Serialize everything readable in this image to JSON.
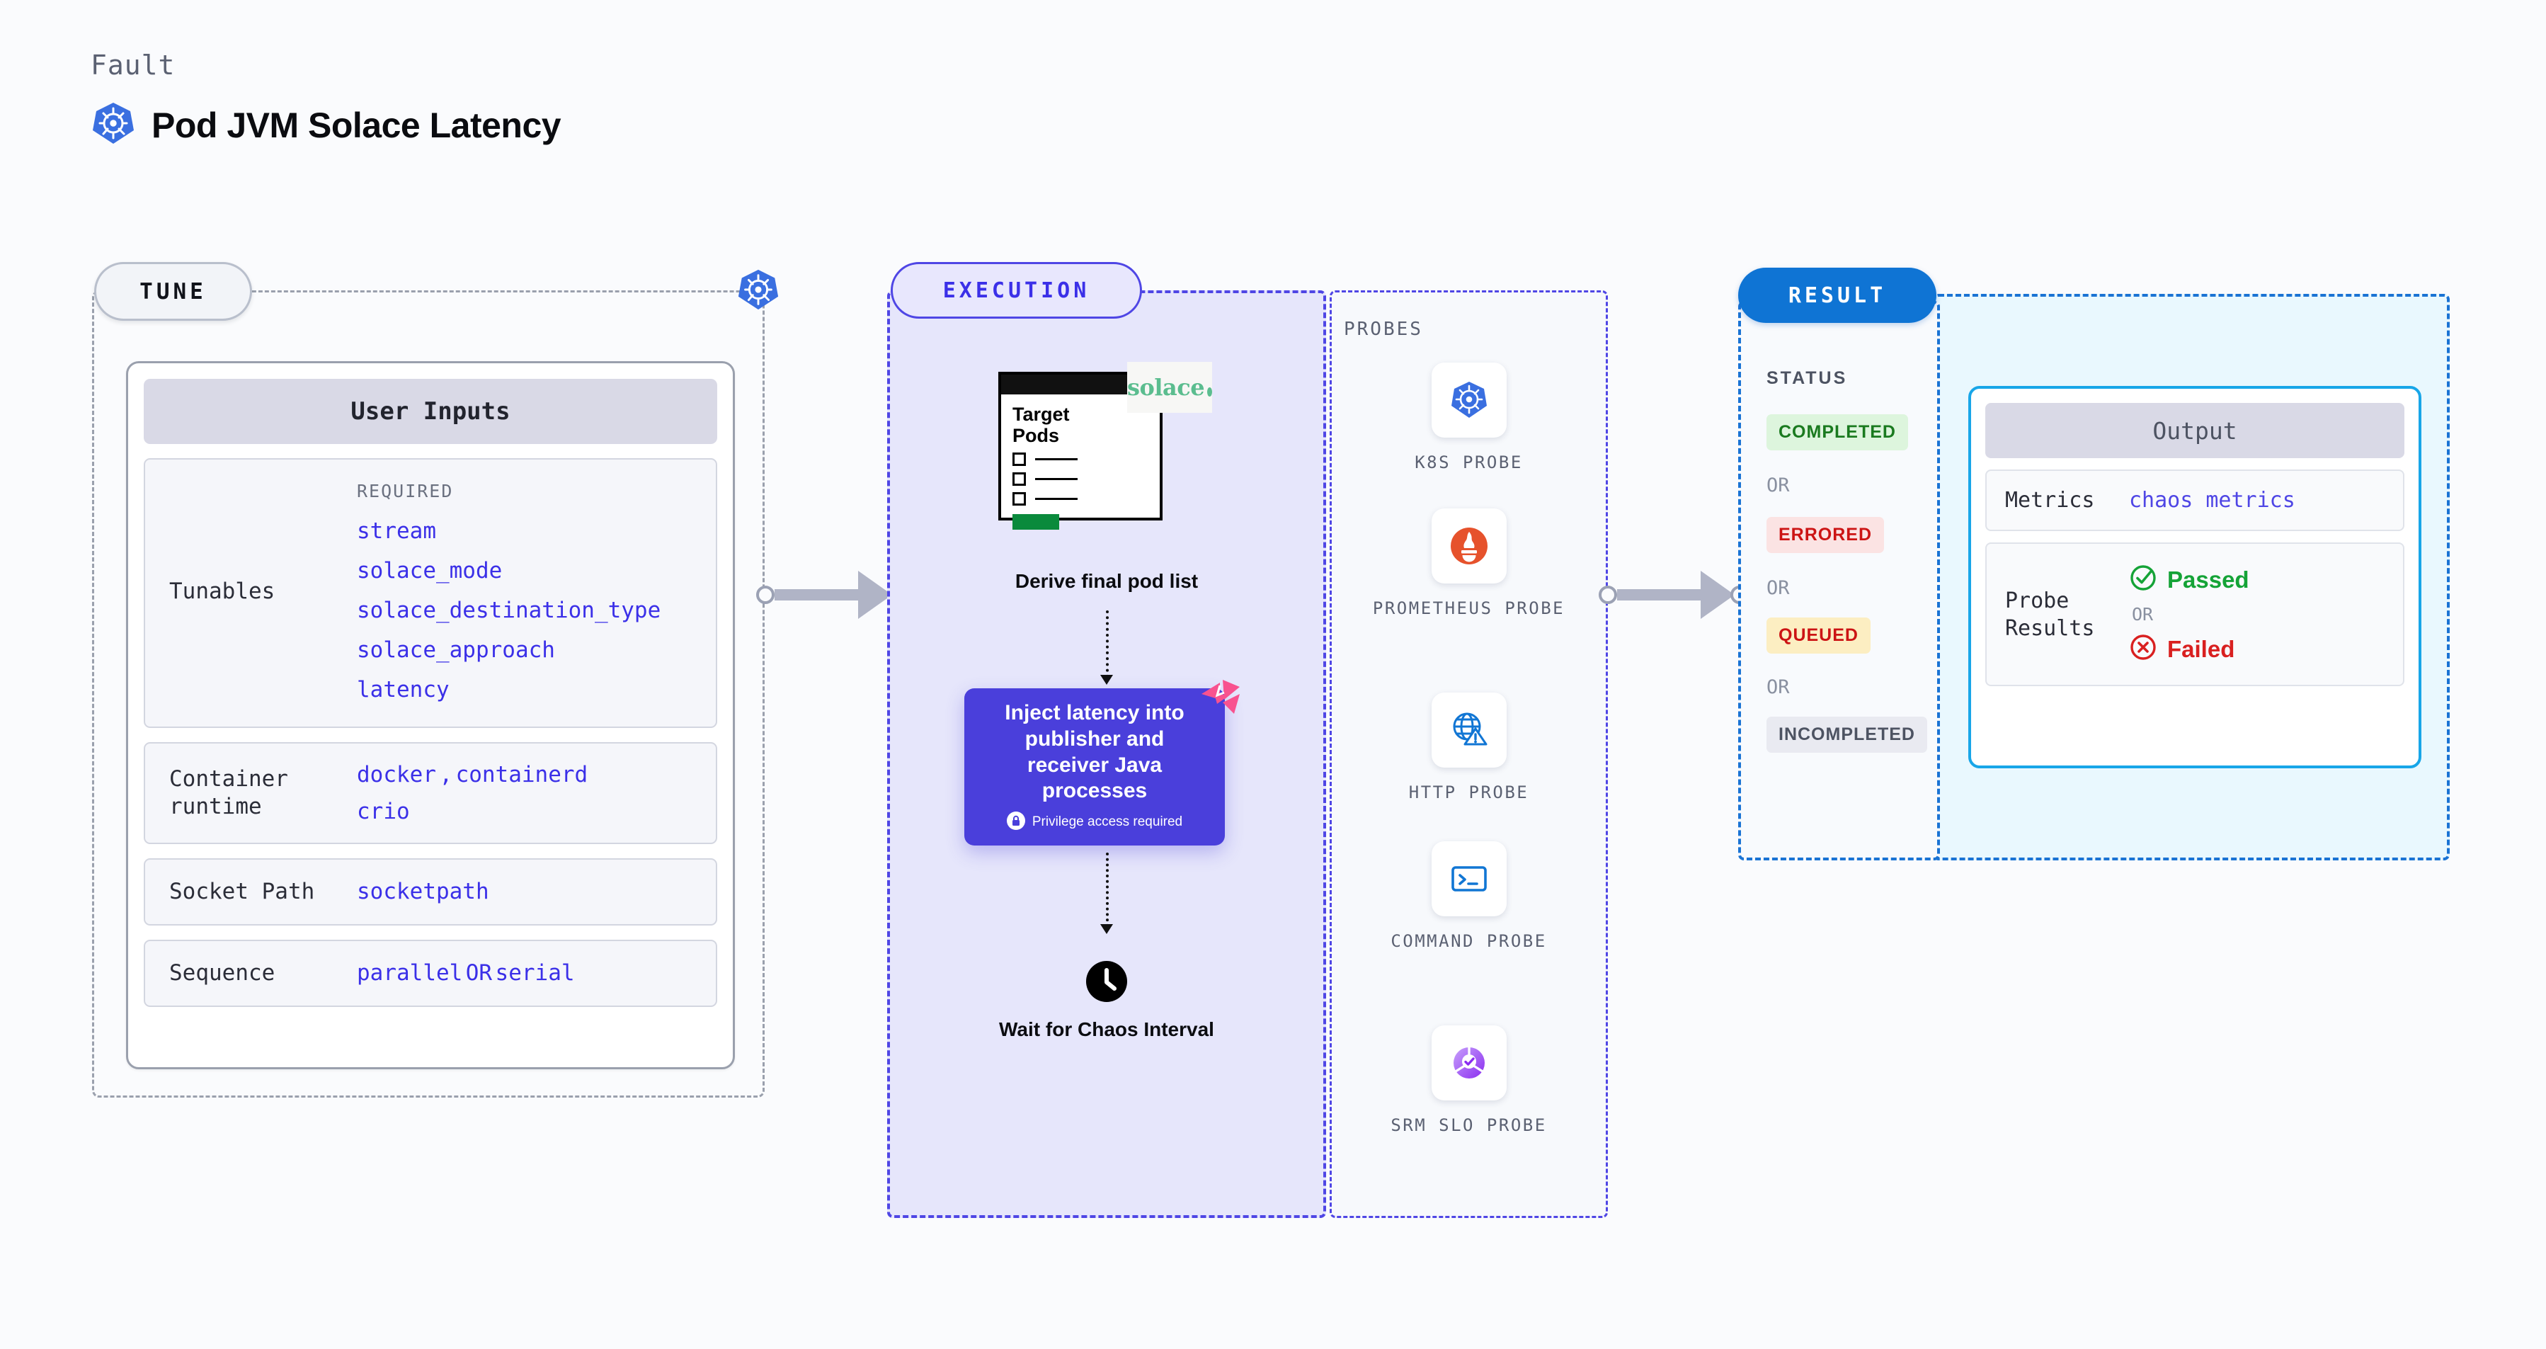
{
  "header": {
    "eyebrow": "Fault",
    "title": "Pod JVM Solace Latency",
    "icon": "kubernetes-icon"
  },
  "tune": {
    "pill_label": "TUNE",
    "corner_icon": "kubernetes-icon",
    "card_title": "User Inputs",
    "tunables": {
      "label": "Tunables",
      "required_label": "REQUIRED",
      "items": [
        "stream",
        "solace_mode",
        "solace_destination_type",
        "solace_approach",
        "latency"
      ]
    },
    "rows": [
      {
        "label": "Container runtime",
        "values": [
          "docker",
          "containerd",
          "crio"
        ],
        "separator": ","
      },
      {
        "label": "Socket Path",
        "values": [
          "socketpath"
        ]
      },
      {
        "label": "Sequence",
        "values": [
          "parallel",
          "serial"
        ],
        "separator": "OR"
      }
    ]
  },
  "execution": {
    "pill_label": "EXECUTION",
    "pods_card": {
      "title_line1": "Target",
      "title_line2": "Pods",
      "badge_text": "solace",
      "badge_icon": "solace-logo"
    },
    "derive_label": "Derive final pod list",
    "inject": {
      "text": "Inject latency into publisher and receiver Java processes",
      "privilege_note": "Privilege access required",
      "privilege_icon": "lock-icon",
      "corner_icon": "chaos-ribbon-icon",
      "color": "#4a3fdb"
    },
    "wait": {
      "label": "Wait for Chaos Interval",
      "icon": "clock-icon"
    },
    "probes_label": "PROBES",
    "probes": [
      {
        "name": "K8S PROBE",
        "icon": "kubernetes-icon"
      },
      {
        "name": "PROMETHEUS PROBE",
        "icon": "prometheus-icon"
      },
      {
        "name": "HTTP PROBE",
        "icon": "globe-warning-icon"
      },
      {
        "name": "COMMAND PROBE",
        "icon": "terminal-icon"
      },
      {
        "name": "SRM SLO PROBE",
        "icon": "slo-donut-icon"
      }
    ]
  },
  "result": {
    "pill_label": "RESULT",
    "status_label": "STATUS",
    "or_label": "OR",
    "statuses": [
      {
        "label": "COMPLETED",
        "text_color": "#1a7a1f",
        "bg_color": "#ddf5dd"
      },
      {
        "label": "ERRORED",
        "text_color": "#cc1414",
        "bg_color": "#fbe3e3"
      },
      {
        "label": "QUEUED",
        "text_color": "#cc1414",
        "bg_color": "#fceec2"
      },
      {
        "label": "INCOMPLETED",
        "text_color": "#4d5362",
        "bg_color": "#e9eaf1"
      }
    ],
    "output": {
      "title": "Output",
      "metrics_label": "Metrics",
      "metrics_value": "chaos metrics",
      "probe_results_label": "Probe Results",
      "passed_label": "Passed",
      "failed_label": "Failed",
      "or_label": "OR",
      "passed_icon": "check-circle-icon",
      "failed_icon": "x-circle-icon",
      "accent_color": "#18a6e8"
    }
  }
}
